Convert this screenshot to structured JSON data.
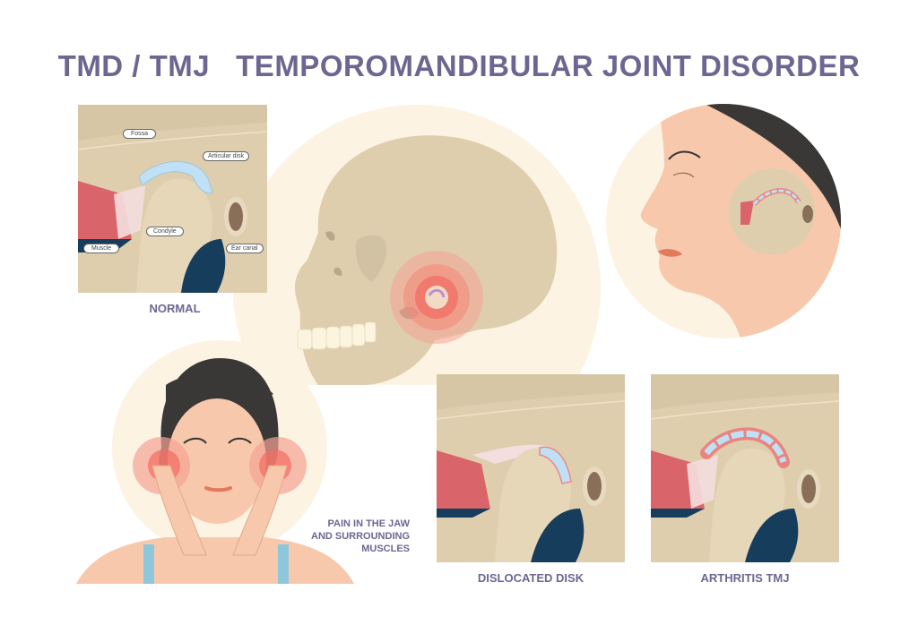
{
  "title": "TMD / TMJ   TEMPOROMANDIBULAR JOINT DISORDER",
  "colors": {
    "title": "#6d6691",
    "cream_background": "#fdf3e3",
    "bone": "#dfceae",
    "bone_shadow": "#cdbb98",
    "muscle": "#d9646a",
    "disk": "#bfe0f5",
    "nerve_dark": "#173d5c",
    "ear_canal": "#8a6f58",
    "skin": "#f7c8ac",
    "hair": "#3a3836",
    "pain": "#f25a55"
  },
  "panels": {
    "normal": {
      "caption": "NORMAL",
      "labels": {
        "fossa": "Fossa",
        "articular_disk": "Articular disk",
        "condyle": "Condyle",
        "muscle": "Muscle",
        "ear_canal": "Ear canal"
      }
    },
    "skull": {
      "description": "Skull side view with pain highlight at jaw joint"
    },
    "face_profile": {
      "description": "Woman profile with joint inset (arthritis)"
    },
    "pain_woman": {
      "caption_lines": [
        "PAIN IN THE JAW",
        "AND SURROUNDING",
        "MUSCLES"
      ]
    },
    "dislocated": {
      "caption": "DISLOCATED DISK"
    },
    "arthritis": {
      "caption": "ARTHRITIS TMJ"
    }
  }
}
